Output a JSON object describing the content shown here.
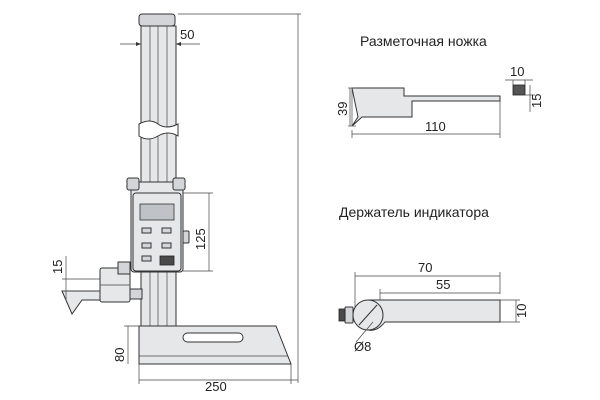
{
  "views": {
    "scribing_foot": {
      "title": "Разметочная ножка",
      "dims": {
        "width": "10",
        "height": "15",
        "depth": "39",
        "length": "110"
      }
    },
    "indicator_holder": {
      "title": "Держатель индикатора",
      "dims": {
        "overall": "70",
        "arm": "55",
        "thickness": "10",
        "hole": "Ø8"
      }
    },
    "height_gauge": {
      "dims": {
        "column": "50",
        "display": "125",
        "foot": "15",
        "base_height": "80",
        "base_width": "250"
      }
    }
  },
  "colors": {
    "line": "#333333",
    "metal": "#e6e7e9",
    "shade": "#d3d5d8",
    "dark": "#4a4a4a"
  }
}
